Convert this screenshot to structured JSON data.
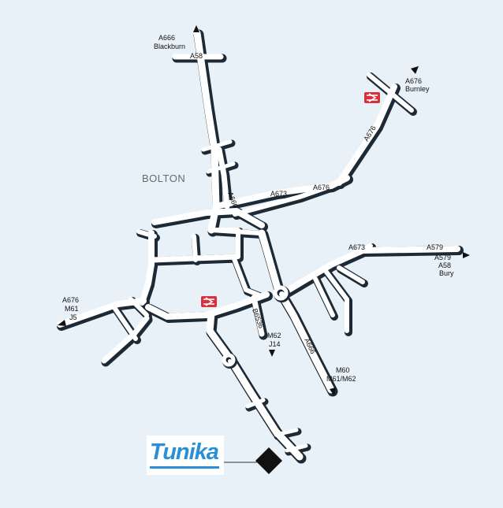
{
  "town": "BOLTON",
  "destinations": {
    "north": [
      "A666",
      "Blackburn"
    ],
    "northeast": [
      "A676",
      "Burnley"
    ],
    "east": [
      "A579",
      "A58",
      "Bury"
    ],
    "west": [
      "A676",
      "M61",
      "J5"
    ],
    "south_b": [
      "M62",
      "J14"
    ],
    "southeast": [
      "M60",
      "M61/M62"
    ]
  },
  "road_labels": {
    "a58": "A58",
    "a666_north": "A666",
    "a673_north": "A673",
    "a676_ring": "A676",
    "a676_ne": "A676",
    "a673_east": "A673",
    "a579_east": "A579",
    "b6536": "B6536",
    "a666_south": "A666"
  },
  "logo": {
    "text": "Tunika",
    "color": "#2a8fd6"
  },
  "colors": {
    "background": "#e8f1f8",
    "road": "#ffffff",
    "road_edge": "#1d2a35",
    "rail_icon": "#d8303c",
    "location_marker": "#111111"
  },
  "icons": [
    "rail-station-icon",
    "rail-station-icon",
    "location-marker-icon"
  ]
}
